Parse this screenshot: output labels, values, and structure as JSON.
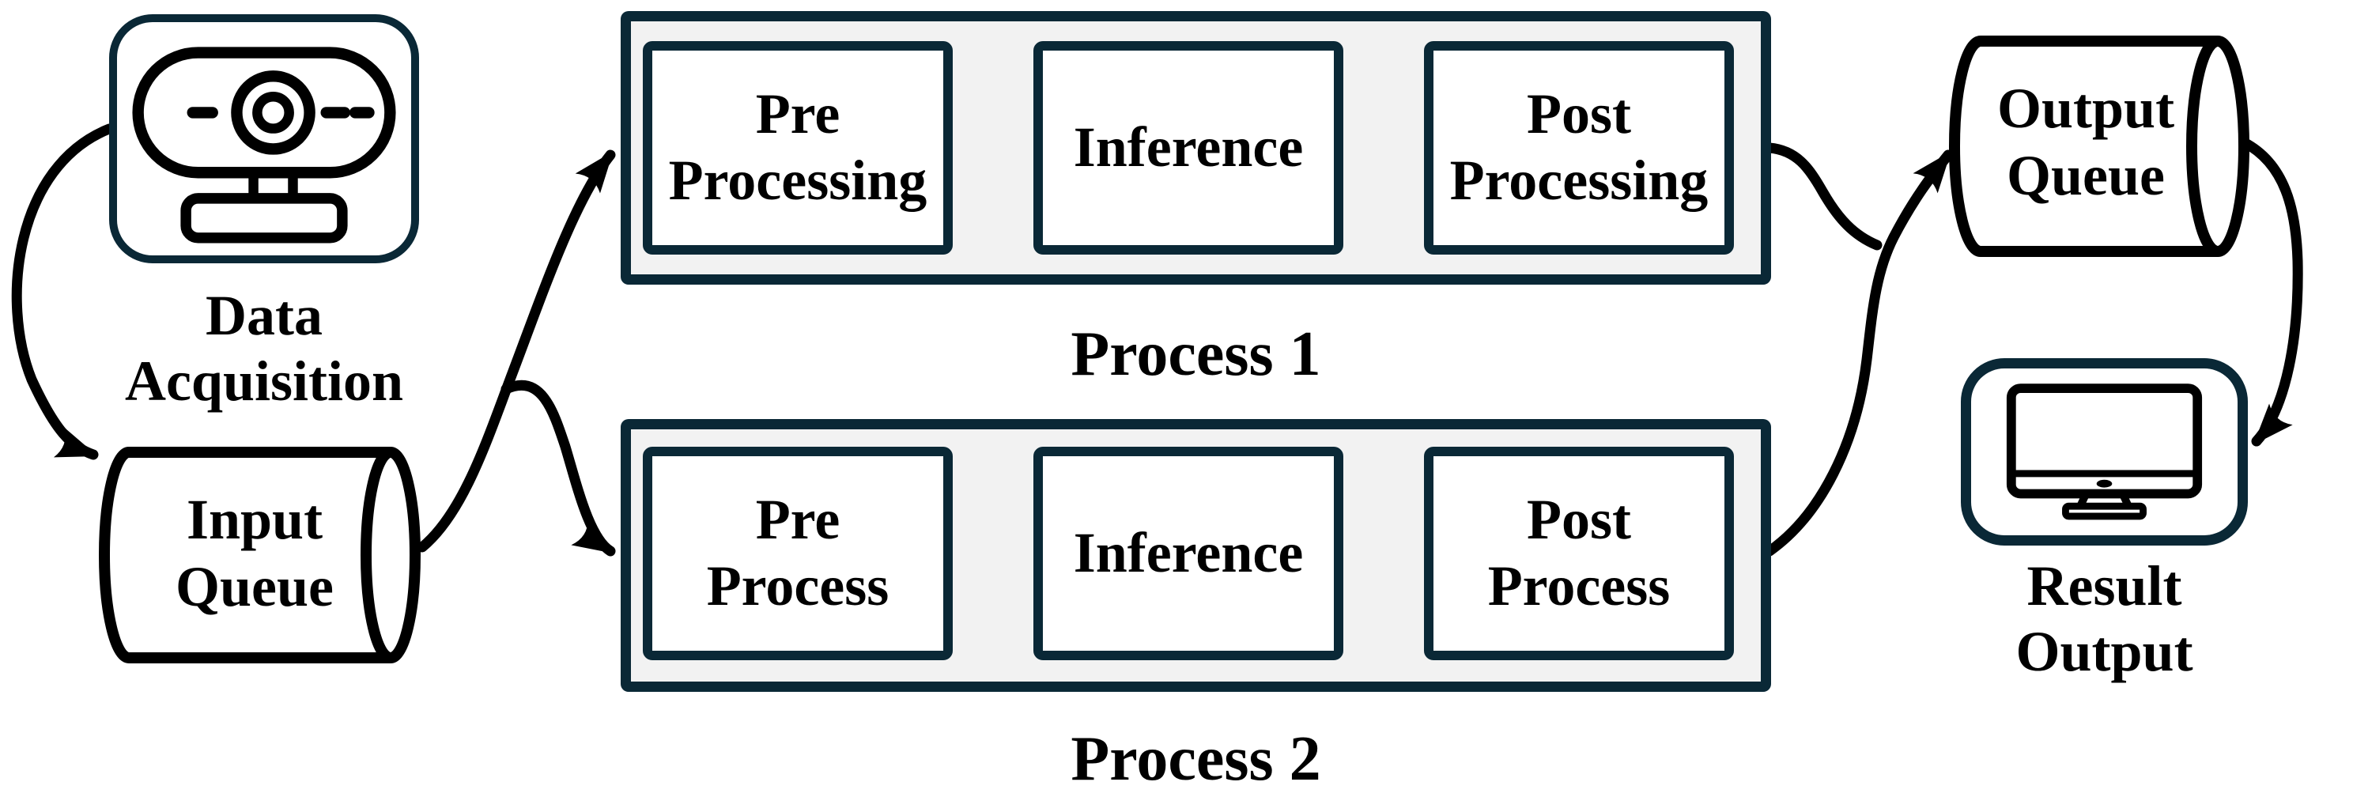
{
  "colors": {
    "border_navy": "#0a2836",
    "panel_gray": "#f2f2f2",
    "line_black": "#000000",
    "background": "#ffffff"
  },
  "nodes": {
    "data_acquisition": {
      "icon": "webcam-icon",
      "lines": [
        "Data",
        "Acquisition"
      ]
    },
    "input_queue": {
      "shape": "cylinder",
      "lines": [
        "Input",
        "Queue"
      ]
    },
    "process1": {
      "label": "Process 1",
      "steps": [
        {
          "lines": [
            "Pre",
            "Processing"
          ]
        },
        {
          "lines": [
            "Inference"
          ]
        },
        {
          "lines": [
            "Post",
            "Processing"
          ]
        }
      ]
    },
    "process2": {
      "label": "Process 2",
      "steps": [
        {
          "lines": [
            "Pre",
            "Process"
          ]
        },
        {
          "lines": [
            "Inference"
          ]
        },
        {
          "lines": [
            "Post",
            "Process"
          ]
        }
      ]
    },
    "output_queue": {
      "shape": "cylinder",
      "lines": [
        "Output",
        "Queue"
      ]
    },
    "result_output": {
      "icon": "monitor-icon",
      "lines": [
        "Result",
        "Output"
      ]
    }
  },
  "edges": [
    {
      "from": "data_acquisition",
      "to": "input_queue"
    },
    {
      "from": "input_queue",
      "to": "process1"
    },
    {
      "from": "input_queue",
      "to": "process2"
    },
    {
      "from": "process1.pre_processing",
      "to": "process1.inference"
    },
    {
      "from": "process1.inference",
      "to": "process1.post_processing"
    },
    {
      "from": "process2.pre_process",
      "to": "process2.inference"
    },
    {
      "from": "process2.inference",
      "to": "process2.post_process"
    },
    {
      "from": "process1",
      "to": "output_queue"
    },
    {
      "from": "process2",
      "to": "output_queue"
    },
    {
      "from": "output_queue",
      "to": "result_output"
    }
  ]
}
